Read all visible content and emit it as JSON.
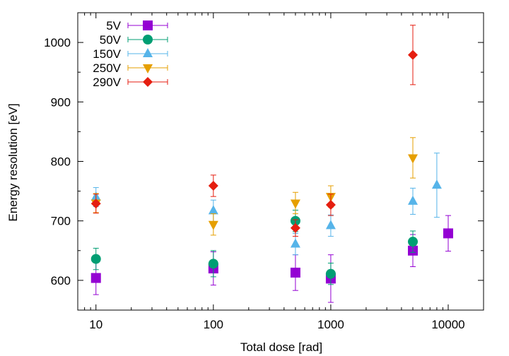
{
  "chart_data": {
    "type": "scatter",
    "xlabel": "Total dose [rad]",
    "ylabel": "Energy resolution [eV]",
    "x_scale": "log",
    "xlim": [
      7,
      20000
    ],
    "ylim": [
      550,
      1050
    ],
    "x_ticks": [
      10,
      100,
      1000,
      10000
    ],
    "x_tick_labels": [
      "10",
      "100",
      "1000",
      "10000"
    ],
    "y_ticks": [
      600,
      700,
      800,
      900,
      1000
    ],
    "y_tick_labels": [
      "600",
      "700",
      "800",
      "900",
      "1000"
    ],
    "grid": false,
    "legend_position": "top-left",
    "error_bars": true,
    "series": [
      {
        "name": "5V",
        "color": "#9400d3",
        "marker": "square",
        "points": [
          {
            "x": 10,
            "y": 604,
            "err": 28
          },
          {
            "x": 100,
            "y": 620,
            "err": 28
          },
          {
            "x": 500,
            "y": 613,
            "err": 30
          },
          {
            "x": 1000,
            "y": 603,
            "err": 40
          },
          {
            "x": 5000,
            "y": 650,
            "err": 27
          },
          {
            "x": 10000,
            "y": 679,
            "err": 30
          }
        ]
      },
      {
        "name": "50V",
        "color": "#009e73",
        "marker": "circle",
        "points": [
          {
            "x": 10,
            "y": 636,
            "err": 18
          },
          {
            "x": 100,
            "y": 628,
            "err": 22
          },
          {
            "x": 500,
            "y": 700,
            "err": 18
          },
          {
            "x": 1000,
            "y": 611,
            "err": 18
          },
          {
            "x": 5000,
            "y": 665,
            "err": 18
          }
        ]
      },
      {
        "name": "150V",
        "color": "#56b4e9",
        "marker": "triangle-up",
        "points": [
          {
            "x": 10,
            "y": 740,
            "err": 16
          },
          {
            "x": 100,
            "y": 717,
            "err": 18
          },
          {
            "x": 500,
            "y": 661,
            "err": 18
          },
          {
            "x": 1000,
            "y": 692,
            "err": 18
          },
          {
            "x": 5000,
            "y": 733,
            "err": 22
          },
          {
            "x": 8000,
            "y": 760,
            "err": 54
          }
        ]
      },
      {
        "name": "250V",
        "color": "#e69f00",
        "marker": "triangle-down",
        "points": [
          {
            "x": 10,
            "y": 730,
            "err": 16
          },
          {
            "x": 100,
            "y": 694,
            "err": 18
          },
          {
            "x": 500,
            "y": 730,
            "err": 18
          },
          {
            "x": 1000,
            "y": 741,
            "err": 18
          },
          {
            "x": 5000,
            "y": 806,
            "err": 34
          }
        ]
      },
      {
        "name": "290V",
        "color": "#e51e10",
        "marker": "diamond",
        "points": [
          {
            "x": 10,
            "y": 729,
            "err": 16
          },
          {
            "x": 100,
            "y": 759,
            "err": 18
          },
          {
            "x": 500,
            "y": 688,
            "err": 14
          },
          {
            "x": 1000,
            "y": 727,
            "err": 18
          },
          {
            "x": 5000,
            "y": 979,
            "err": 50
          }
        ]
      }
    ]
  }
}
